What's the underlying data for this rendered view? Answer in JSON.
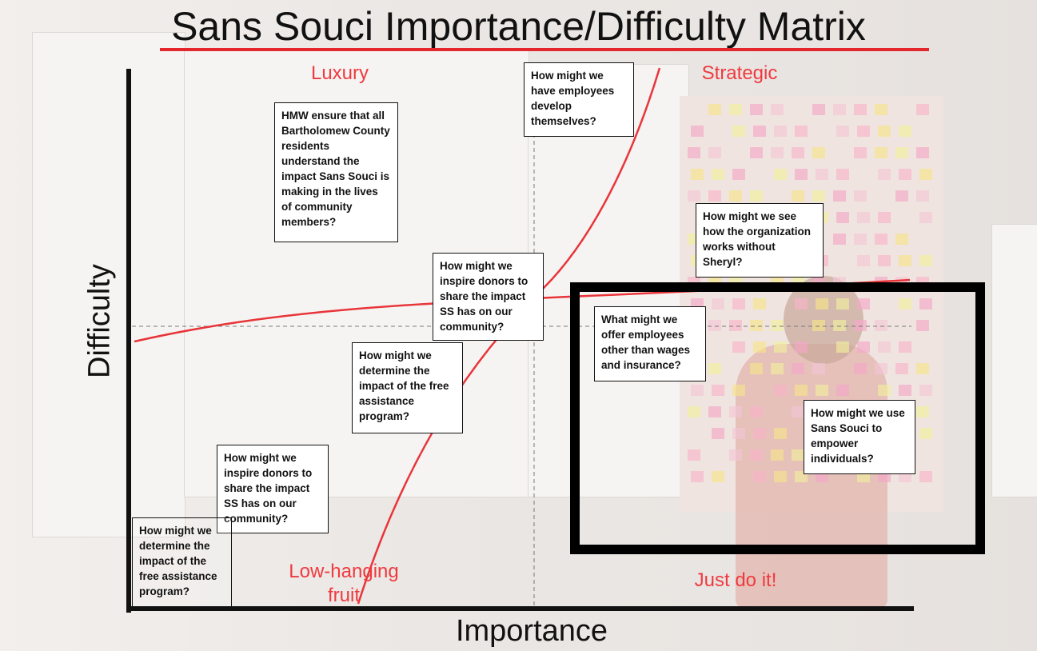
{
  "title": "Sans Souci Importance/Difficulty Matrix",
  "axes": {
    "x_label": "Importance",
    "y_label": "Difficulty"
  },
  "quadrants": {
    "top_left": "Luxury",
    "top_right": "Strategic",
    "bottom_left": "Low-hanging fruit",
    "bottom_right": "Just do it!"
  },
  "cards": [
    {
      "id": "bartholomew",
      "text": "HMW ensure that all Bartholomew County residents understand the impact Sans Souci is making in the lives of community members?"
    },
    {
      "id": "develop",
      "text": "How might we have employees develop themselves?"
    },
    {
      "id": "sheryl",
      "text": "How might we see how the organization works without Sheryl?"
    },
    {
      "id": "donors-center",
      "text": "How might we inspire donors to share the impact SS has on our community?"
    },
    {
      "id": "employees-offer",
      "text": "What might we offer employees other than wages and insurance?"
    },
    {
      "id": "free-assistance-center",
      "text": "How might we determine the impact of the free assistance program?"
    },
    {
      "id": "empower",
      "text": "How might we use Sans Souci to empower individuals?"
    },
    {
      "id": "donors-lower",
      "text": "How might we inspire donors to share the impact SS has on our community?"
    },
    {
      "id": "free-assistance-corner",
      "text": "How might we determine the impact of the free assistance program?"
    }
  ],
  "colors": {
    "accent_red": "#e3272d",
    "curve_red": "#e8353a",
    "frame_black": "#000000"
  }
}
